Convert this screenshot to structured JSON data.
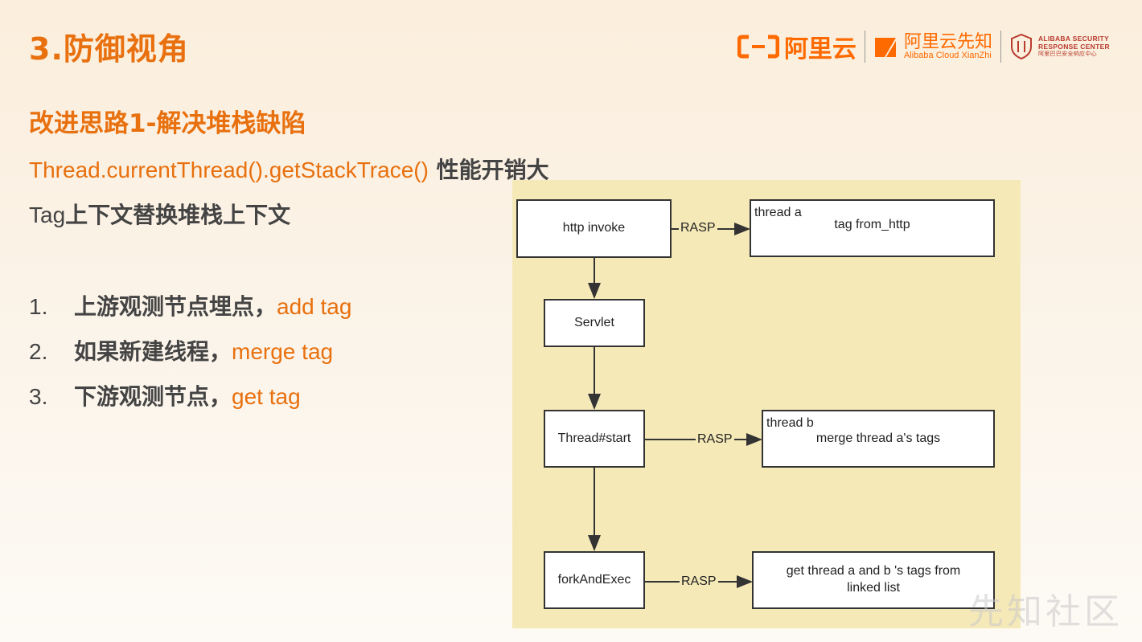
{
  "title": "3.防御视角",
  "logos": {
    "aliyun": "阿里云",
    "xianzhi_cn": "阿里云先知",
    "xianzhi_en": "Alibaba Cloud XianZhi",
    "asrc_line1": "ALIBABA SECURITY",
    "asrc_line2": "RESPONSE CENTER",
    "asrc_line3": "阿里巴巴安全响应中心"
  },
  "subtitle": "改进思路1-解决堆栈缺陷",
  "perf_line": {
    "api": "Thread.currentThread().getStackTrace()",
    "rest": " 性能开销大"
  },
  "tag_line": {
    "pre": "Tag",
    "rest": "上下文替换堆栈上下文"
  },
  "steps": [
    {
      "num": "1.",
      "text": "上游观测节点埋点，",
      "highlight": "add tag"
    },
    {
      "num": "2.",
      "text": "如果新建线程，",
      "highlight": "merge tag"
    },
    {
      "num": "3.",
      "text": "下游观测节点，",
      "highlight": "get tag"
    }
  ],
  "diagram": {
    "nodes": {
      "http_invoke": "http invoke",
      "servlet": "Servlet",
      "thread_start": "Thread#start",
      "fork_exec": "forkAndExec",
      "thread_a_label": "thread a",
      "thread_a_text": "tag from_http",
      "thread_b_label": "thread b",
      "thread_b_text": "merge thread a's tags",
      "get_tags_line1": "get thread a and b 's tags from",
      "get_tags_line2": "linked list"
    },
    "edge_label": "RASP"
  },
  "watermark": "先知社区",
  "colors": {
    "accent": "#e8700e",
    "diagram_bg": "#f5e9b8"
  }
}
